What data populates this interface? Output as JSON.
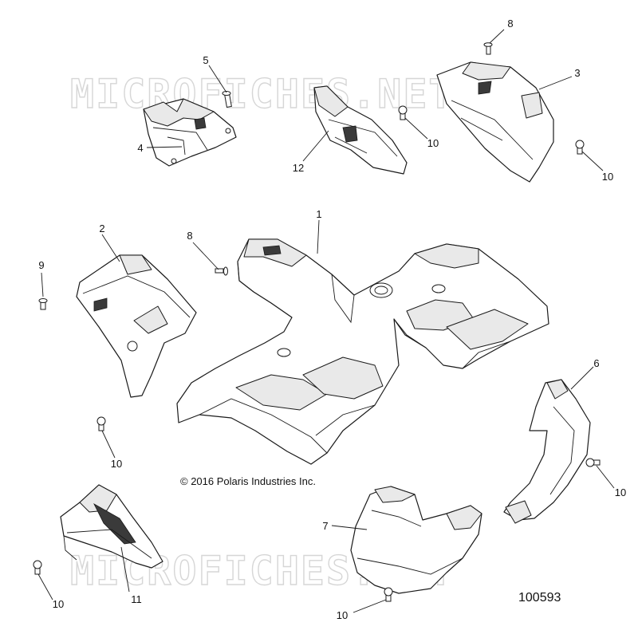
{
  "watermark": "MICROFICHES.NET",
  "copyright": "© 2016 Polaris Industries Inc.",
  "figure_number": "100593",
  "callouts": {
    "c1": "1",
    "c2": "2",
    "c3": "3",
    "c4": "4",
    "c5": "5",
    "c6": "6",
    "c7": "7",
    "c8a": "8",
    "c8b": "8",
    "c9": "9",
    "c10a": "10",
    "c10b": "10",
    "c10c": "10",
    "c10d": "10",
    "c10e": "10",
    "c10f": "10",
    "c11": "11",
    "c12": "12"
  }
}
